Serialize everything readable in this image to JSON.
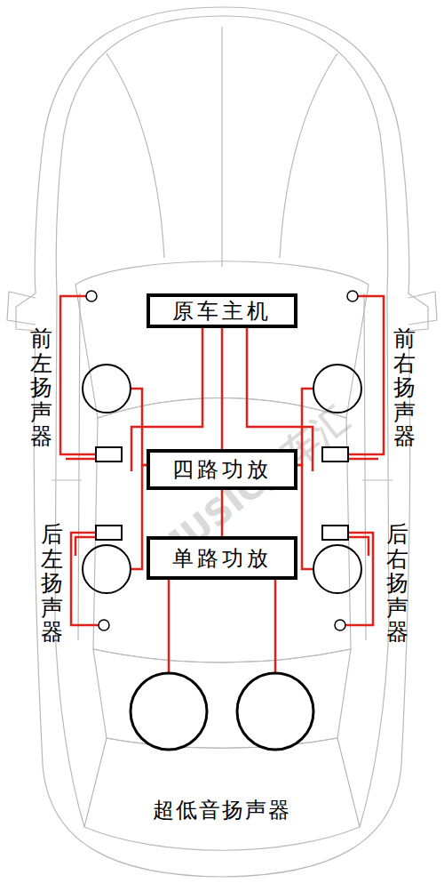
{
  "diagram": {
    "nodes": [
      {
        "text": [
          "原车主机"
        ]
      },
      {
        "text": [
          "前左扬声器"
        ]
      },
      {
        "text": [
          "前右扬声器"
        ]
      },
      {
        "text": [
          "四路功放"
        ]
      },
      {
        "text": [
          "后左扬声器"
        ]
      },
      {
        "text": [
          "单路功放"
        ]
      },
      {
        "text": [
          "后右扬声器"
        ]
      }
    ],
    "edges": [
      {
        "from": 0,
        "to": 3,
        "arrow": "none"
      },
      {
        "from": 3,
        "to": 1,
        "arrow": "none"
      },
      {
        "from": 3,
        "to": 2,
        "arrow": "none"
      },
      {
        "from": 3,
        "to": 4,
        "arrow": "none"
      },
      {
        "from": 3,
        "to": 6,
        "arrow": "none"
      },
      {
        "from": 3,
        "to": 5,
        "arrow": "none"
      }
    ],
    "labels": [
      "超低音扬声器",
      "MUSIC汽车汇"
    ]
  }
}
